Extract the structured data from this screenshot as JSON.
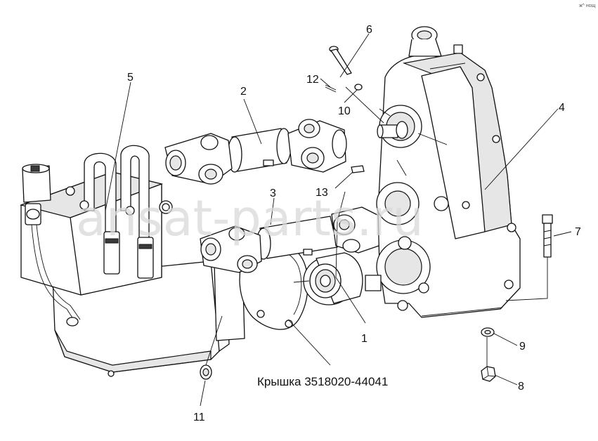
{
  "diagram": {
    "callouts": [
      "1",
      "2",
      "3",
      "4",
      "5",
      "6",
      "7",
      "8",
      "9",
      "10",
      "11",
      "12",
      "13"
    ],
    "caption": "Крышка 3518020-44041",
    "watermark": "ansat-parts.ru",
    "corner_mark": "ж^ нощ"
  }
}
